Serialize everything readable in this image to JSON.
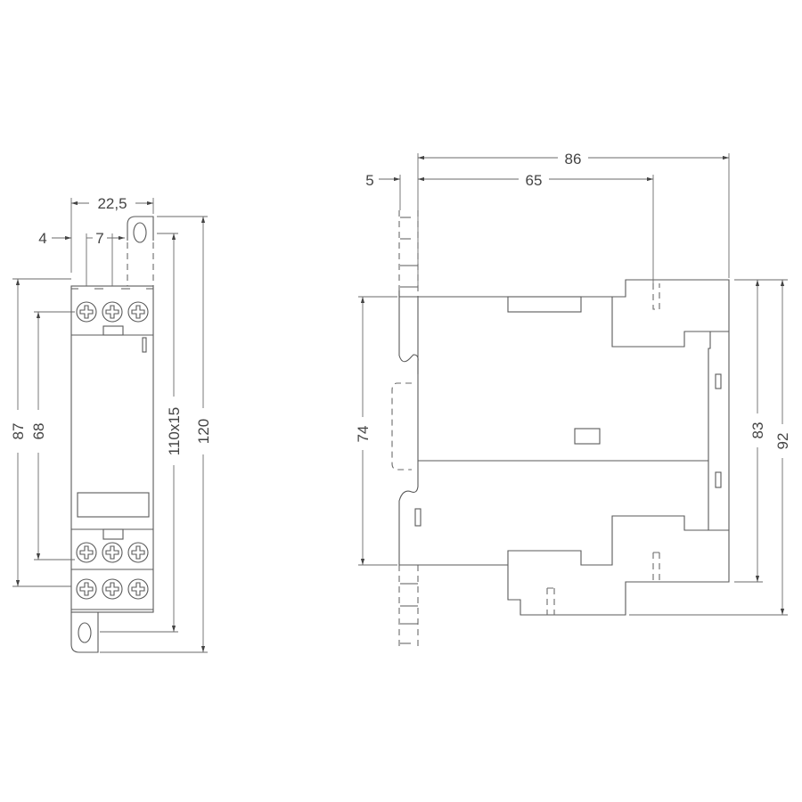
{
  "front_view": {
    "dimensions": {
      "width": "22,5",
      "offset_left": "4",
      "pitch": "7",
      "height_body": "87",
      "terminal_spacing": "68",
      "screw_mount": "110x15",
      "height_total": "120"
    }
  },
  "side_view": {
    "dimensions": {
      "depth_total": "86",
      "depth_to_terminal": "65",
      "rail_offset": "5",
      "rail_height": "74",
      "height_body": "83",
      "height_total": "92"
    }
  }
}
